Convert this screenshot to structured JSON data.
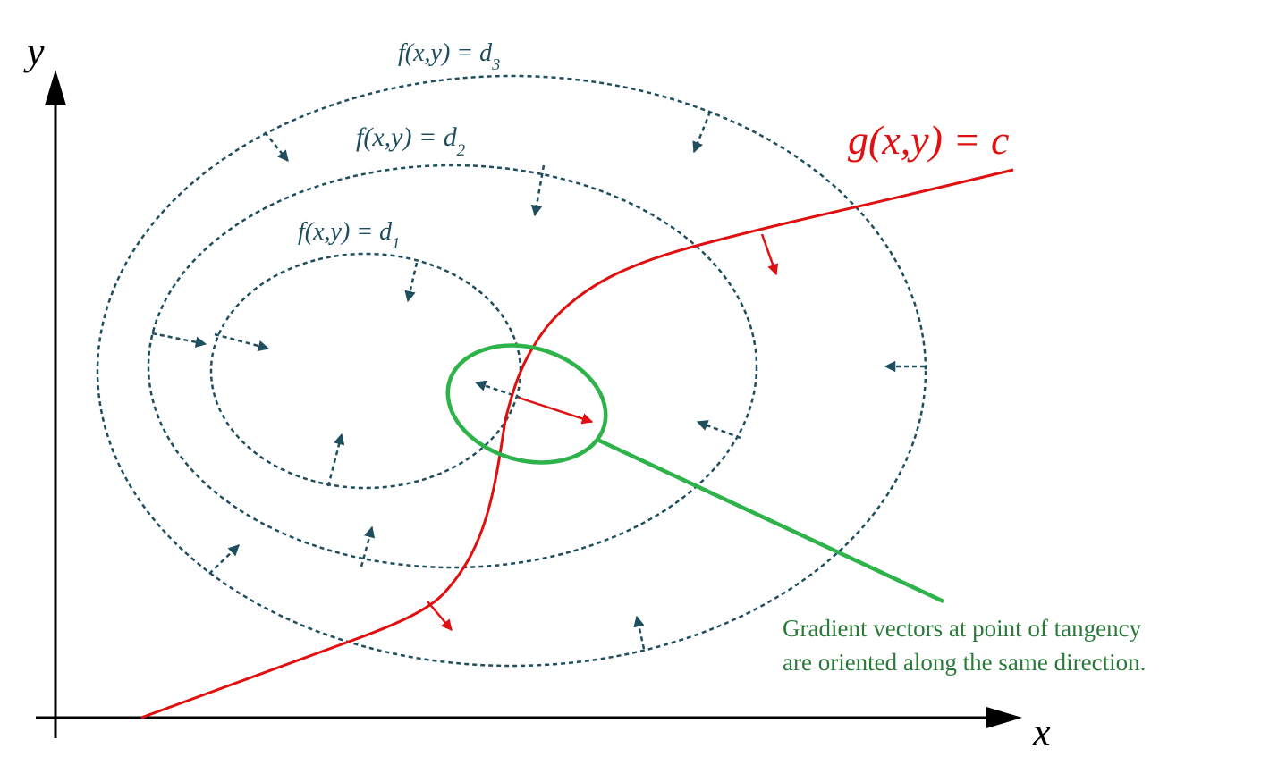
{
  "axes": {
    "x_label": "x",
    "y_label": "y"
  },
  "contours": [
    {
      "prefix": "f(x,y) = d",
      "sub": "3"
    },
    {
      "prefix": "f(x,y) = d",
      "sub": "2"
    },
    {
      "prefix": "f(x,y) = d",
      "sub": "1"
    }
  ],
  "constraint": {
    "label": "g(x,y) = c"
  },
  "annotation": {
    "line1": "Gradient vectors at point of tangency",
    "line2": "are oriented along the same direction."
  },
  "colors": {
    "contour": "#1f4e5f",
    "constraint": "#e01010",
    "highlight": "#2db34a",
    "annotation_text": "#2a7a3a",
    "axis": "#000000"
  }
}
